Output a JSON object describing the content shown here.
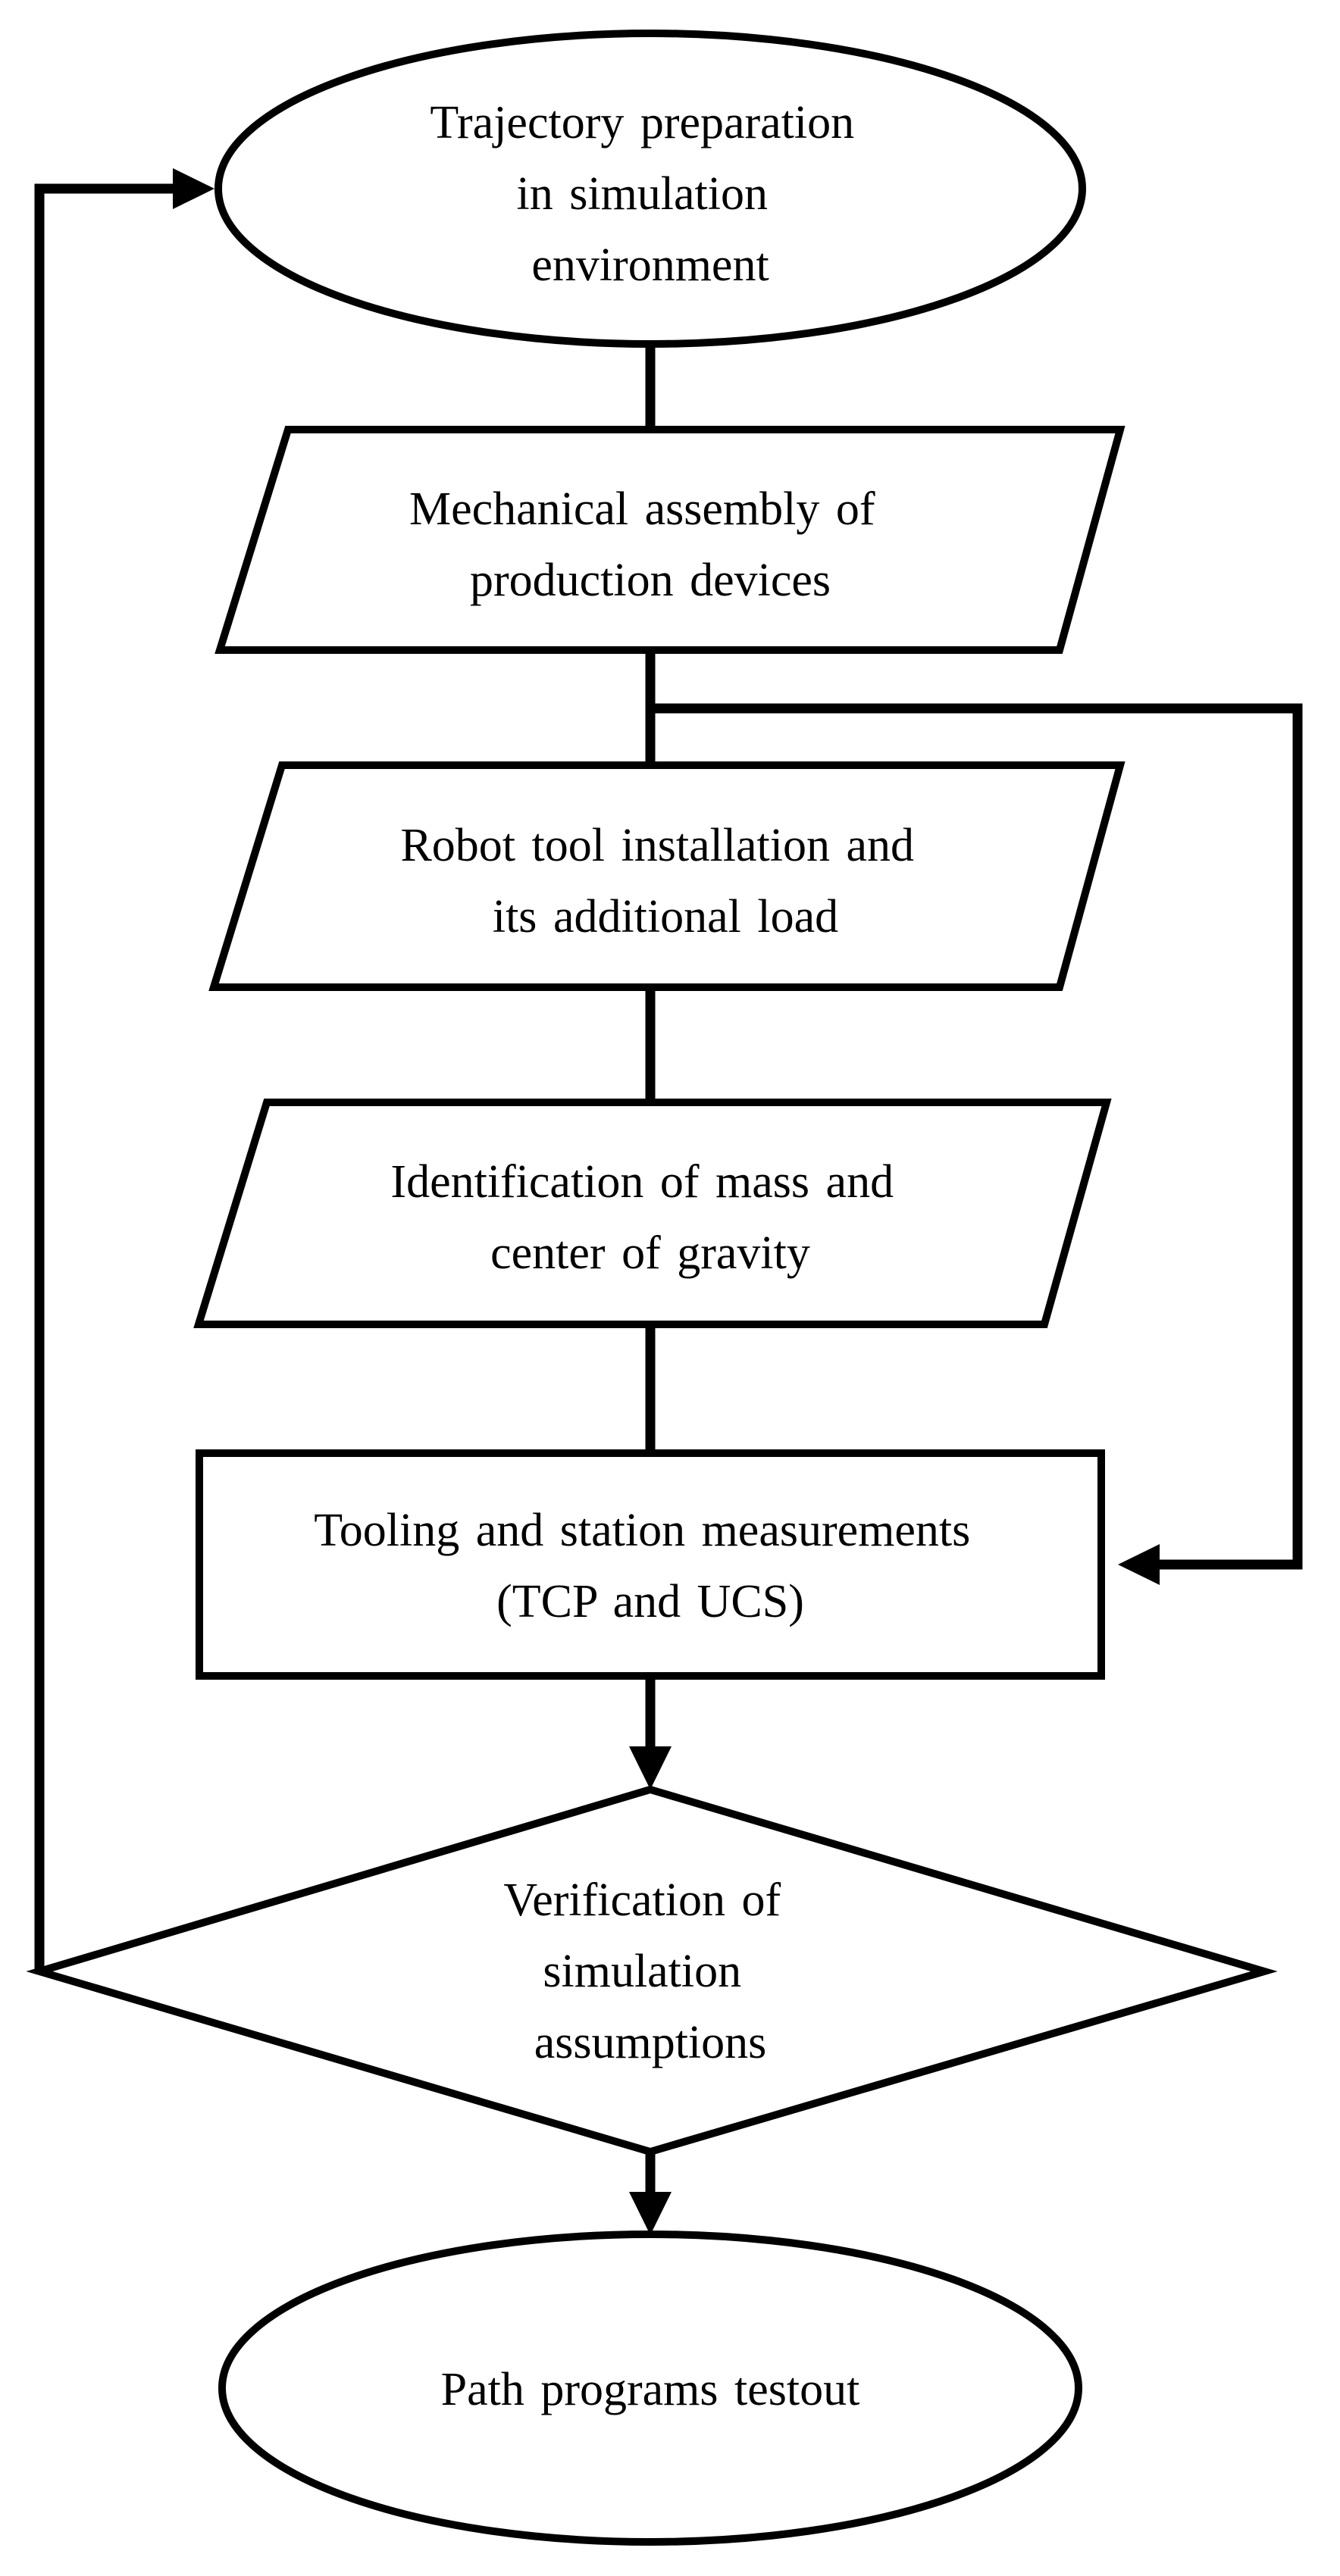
{
  "nodes": {
    "trajectory": {
      "shape": "ellipse",
      "lines": [
        "Trajectory preparation",
        "in simulation",
        "environment"
      ]
    },
    "assembly": {
      "shape": "parallelogram",
      "lines": [
        "Mechanical assembly of",
        "production devices"
      ]
    },
    "tool": {
      "shape": "parallelogram",
      "lines": [
        "Robot tool installation and",
        "its additional load"
      ]
    },
    "identification": {
      "shape": "parallelogram",
      "lines": [
        "Identification of mass and",
        "center of gravity"
      ]
    },
    "measurements": {
      "shape": "rectangle",
      "lines": [
        "Tooling and station measurements",
        "(TCP and UCS)"
      ]
    },
    "verification": {
      "shape": "diamond",
      "lines": [
        "Verification of",
        "simulation",
        "assumptions"
      ]
    },
    "testout": {
      "shape": "ellipse",
      "lines": [
        "Path programs testout"
      ]
    }
  },
  "edges": [
    {
      "from": "trajectory",
      "to": "assembly"
    },
    {
      "from": "assembly",
      "to": "tool"
    },
    {
      "from": "assembly",
      "to": "measurements"
    },
    {
      "from": "tool",
      "to": "identification"
    },
    {
      "from": "identification",
      "to": "measurements"
    },
    {
      "from": "measurements",
      "to": "verification"
    },
    {
      "from": "verification",
      "to": "testout"
    },
    {
      "from": "verification",
      "to": "trajectory"
    }
  ],
  "style": {
    "stroke_color": "#000000",
    "fill_color": "#ffffff",
    "background": "#ffffff"
  }
}
